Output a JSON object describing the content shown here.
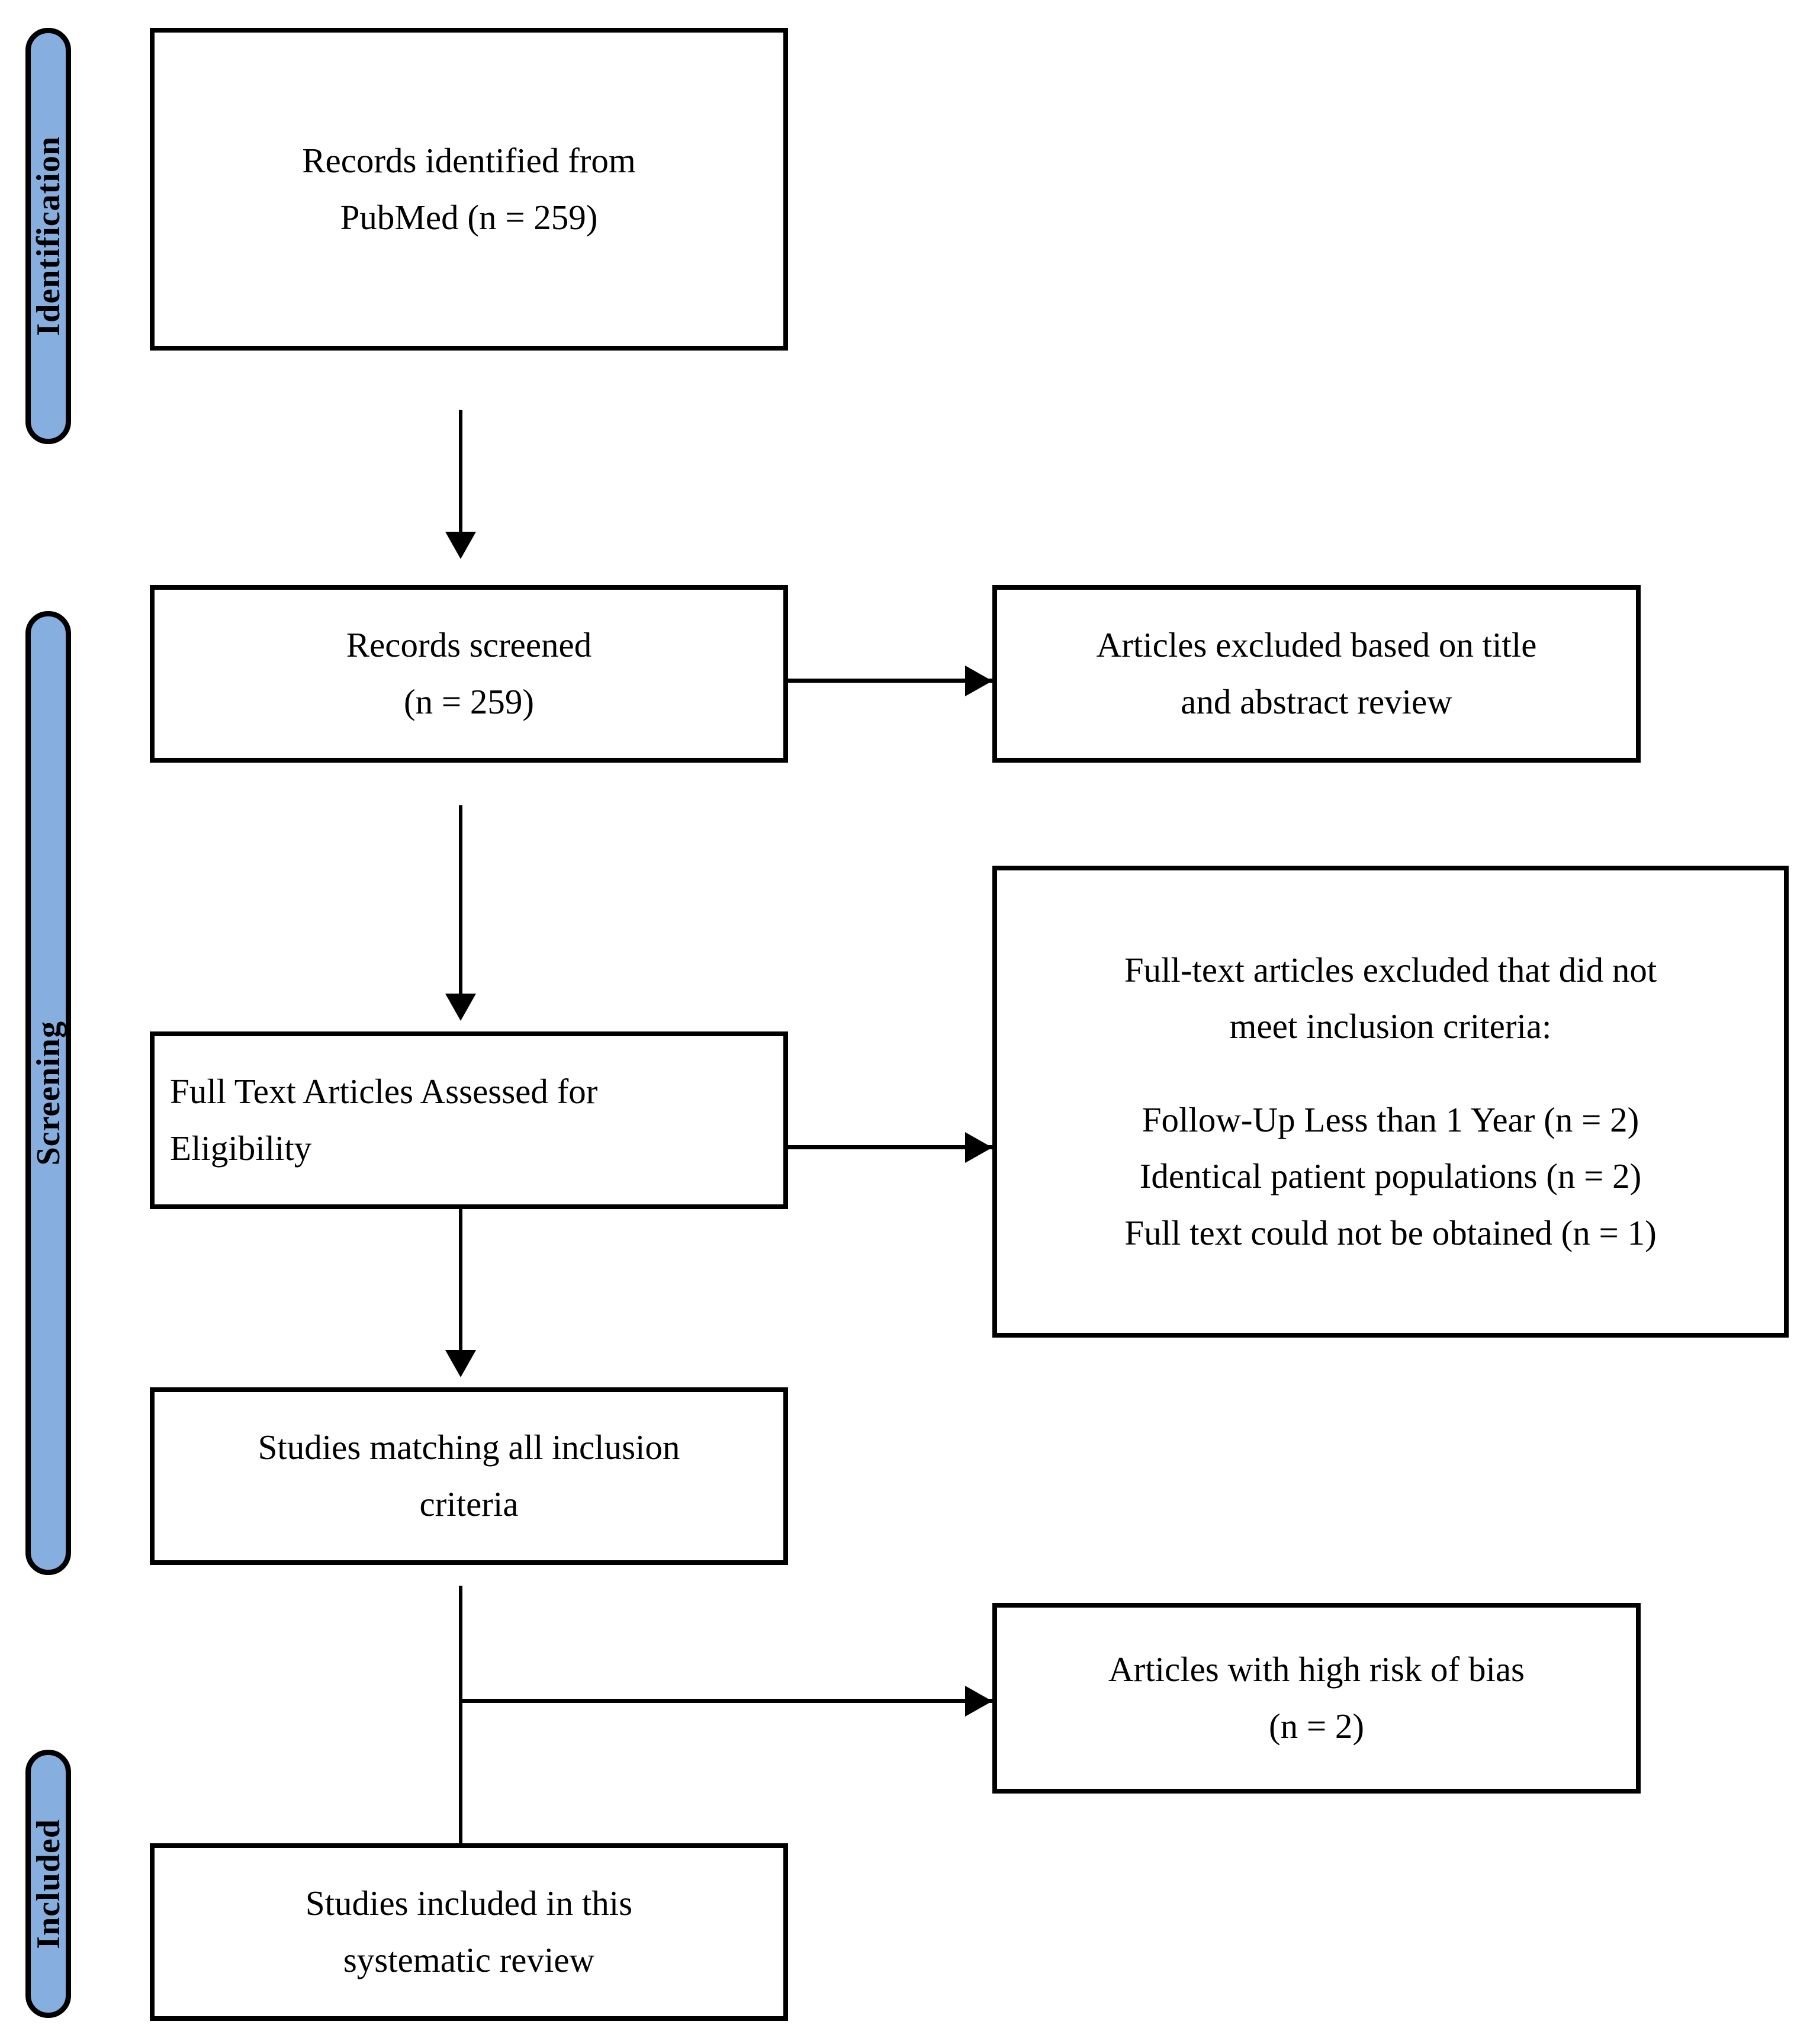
{
  "diagram": {
    "type": "prisma-flow-diagram",
    "accent_color": "#86AFE0",
    "line_color": "#000000",
    "background_color": "#FFFFFF"
  },
  "stages": [
    {
      "id": "identification",
      "label": "Identification"
    },
    {
      "id": "screening",
      "label": "Screening"
    },
    {
      "id": "included",
      "label": "Included"
    }
  ],
  "boxes": {
    "records_identified": {
      "lines": [
        "Records identified from",
        "PubMed (n = 259)"
      ]
    },
    "records_screened": {
      "lines": [
        "Records screened",
        "(n = 259)"
      ]
    },
    "articles_excluded_title_abstract": {
      "lines": [
        "Articles excluded based on title",
        "and abstract review"
      ]
    },
    "full_text_assessed": {
      "lines": [
        "Full Text Articles Assessed for",
        "Eligibility"
      ]
    },
    "full_text_excluded": {
      "lines": [
        "Full-text articles excluded that did not",
        "meet inclusion criteria:",
        "",
        "Follow-Up Less than 1 Year (n = 2)",
        "Identical patient populations (n = 2)",
        "Full text could not be obtained (n = 1)"
      ]
    },
    "studies_matching": {
      "lines": [
        "Studies matching all inclusion",
        "criteria"
      ]
    },
    "high_risk_bias": {
      "lines": [
        "Articles with high risk of bias",
        "(n = 2)"
      ]
    },
    "studies_included": {
      "lines": [
        "Studies included in this",
        "systematic review"
      ]
    }
  },
  "chart_data": {
    "type": "diagram",
    "title": "PRISMA flow diagram",
    "nodes": [
      {
        "id": "records_identified",
        "stage": "Identification",
        "text": "Records identified from PubMed",
        "n": 259
      },
      {
        "id": "records_screened",
        "stage": "Screening",
        "text": "Records screened",
        "n": 259
      },
      {
        "id": "articles_excluded_title_abstract",
        "stage": "Screening",
        "text": "Articles excluded based on title and abstract review",
        "n": null
      },
      {
        "id": "full_text_assessed",
        "stage": "Screening",
        "text": "Full Text Articles Assessed for Eligibility",
        "n": null
      },
      {
        "id": "full_text_excluded",
        "stage": "Screening",
        "text": "Full-text articles excluded that did not meet inclusion criteria",
        "reasons": [
          {
            "reason": "Follow-Up Less than 1 Year",
            "n": 2
          },
          {
            "reason": "Identical patient populations",
            "n": 2
          },
          {
            "reason": "Full text could not be obtained",
            "n": 1
          }
        ]
      },
      {
        "id": "studies_matching",
        "stage": "Screening",
        "text": "Studies matching all inclusion criteria",
        "n": null
      },
      {
        "id": "high_risk_bias",
        "stage": "Included",
        "text": "Articles with high risk of bias",
        "n": 2
      },
      {
        "id": "studies_included",
        "stage": "Included",
        "text": "Studies included in this systematic review",
        "n": null
      }
    ],
    "edges": [
      {
        "from": "records_identified",
        "to": "records_screened",
        "direction": "down"
      },
      {
        "from": "records_screened",
        "to": "articles_excluded_title_abstract",
        "direction": "right"
      },
      {
        "from": "records_screened",
        "to": "full_text_assessed",
        "direction": "down"
      },
      {
        "from": "full_text_assessed",
        "to": "full_text_excluded",
        "direction": "right"
      },
      {
        "from": "full_text_assessed",
        "to": "studies_matching",
        "direction": "down"
      },
      {
        "from": "studies_matching",
        "to": "high_risk_bias",
        "direction": "right"
      },
      {
        "from": "studies_matching",
        "to": "studies_included",
        "direction": "down"
      }
    ]
  }
}
